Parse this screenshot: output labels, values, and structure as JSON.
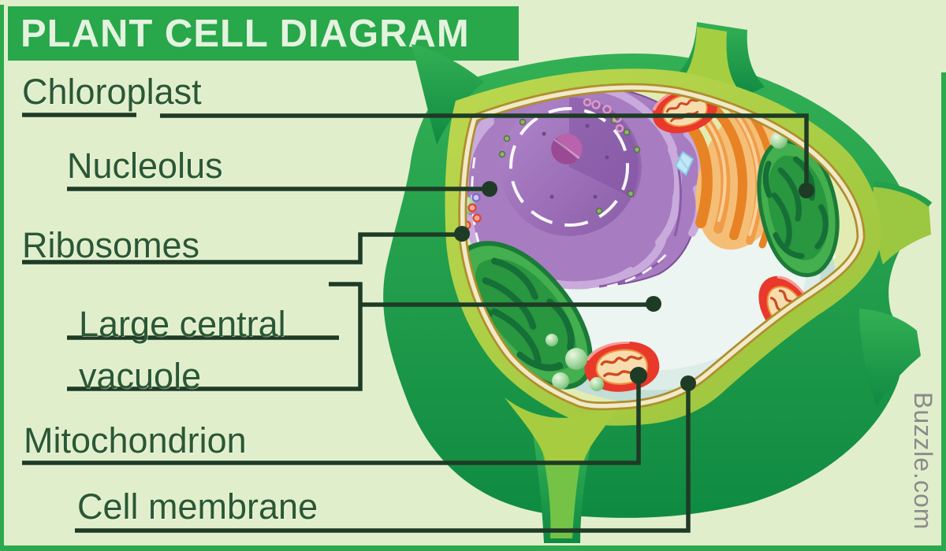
{
  "banner": {
    "text": "PLANT CELL DIAGRAM"
  },
  "watermark": {
    "text": "Buzzle.com"
  },
  "labels": [
    {
      "id": "chloroplast",
      "text": "Chloroplast"
    },
    {
      "id": "nucleolus",
      "text": "Nucleolus"
    },
    {
      "id": "ribosomes",
      "text": "Ribosomes"
    },
    {
      "id": "large-central-vacuole",
      "line1": "Large central",
      "line2": "vacuole"
    },
    {
      "id": "mitochondrion",
      "text": "Mitochondrion"
    },
    {
      "id": "cell-membrane",
      "text": "Cell membrane"
    }
  ],
  "colors": {
    "background": "#e1eecc",
    "banner_green": "#28a74b",
    "banner_text": "#e4f3de",
    "label_text": "#2a5834",
    "leader_line": "#1e3b26",
    "border_green": "#2ca94c",
    "cell_wall_dark": "#1d9c48",
    "cell_wall_light": "#a8cc3f",
    "membrane_gold": "#b08e2e",
    "cytoplasm": "#e2ecb2",
    "nucleus_purple": "#a77cc0",
    "nucleolus_pink": "#b059a4",
    "chloroplast_green": "#43af4e",
    "mitochondrion_red": "#e8392b",
    "golgi_orange": "#e78324",
    "vacuole_blue": "#cbe3dc",
    "watermark_gray": "#8a8a8a"
  }
}
